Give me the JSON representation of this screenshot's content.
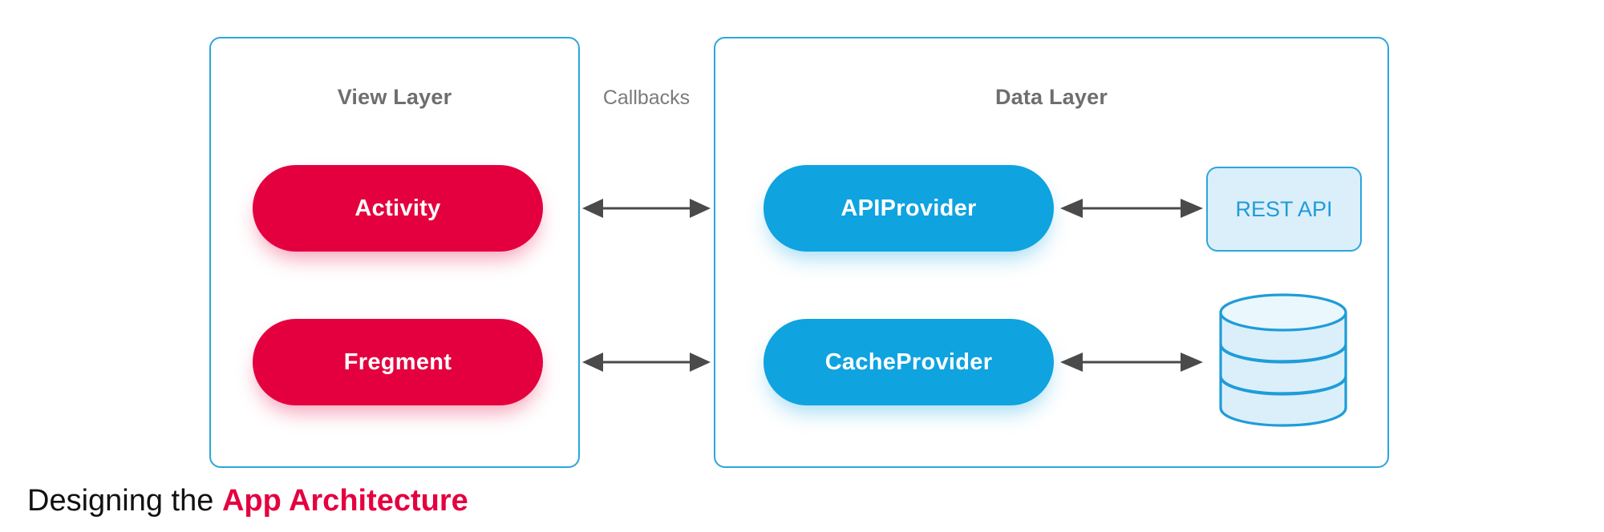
{
  "diagram": {
    "panels": [
      {
        "id": "view-layer",
        "title": "View Layer",
        "nodes": [
          {
            "id": "activity",
            "label": "Activity",
            "style": "pill-red"
          },
          {
            "id": "fregment",
            "label": "Fregment",
            "style": "pill-red"
          }
        ]
      },
      {
        "id": "data-layer",
        "title": "Data Layer",
        "nodes": [
          {
            "id": "apiprovider",
            "label": "APIProvider",
            "style": "pill-blue"
          },
          {
            "id": "cacheprovider",
            "label": "CacheProvider",
            "style": "pill-blue"
          },
          {
            "id": "rest-api",
            "label": "REST API",
            "style": "box-outline-blue"
          },
          {
            "id": "database",
            "label": "",
            "style": "database-cylinder-icon"
          }
        ]
      }
    ],
    "edge_label": "Callbacks",
    "connectors": [
      {
        "id": "view-to-api",
        "from": "view-layer",
        "to": "apiprovider",
        "type": "double-arrow"
      },
      {
        "id": "view-to-cache",
        "from": "view-layer",
        "to": "cacheprovider",
        "type": "double-arrow"
      },
      {
        "id": "api-to-rest",
        "from": "apiprovider",
        "to": "rest-api",
        "type": "double-arrow"
      },
      {
        "id": "cache-to-db",
        "from": "cacheprovider",
        "to": "database",
        "type": "double-arrow"
      }
    ]
  },
  "caption": {
    "prefix": "Designing the ",
    "accent": "App Architecture"
  },
  "colors": {
    "panel_border": "#2ba6dd",
    "pill_red": "#e4003f",
    "pill_blue": "#0fa3e0",
    "box_fill": "#dbeffb",
    "box_text": "#1f9cd8",
    "title_text": "#6e6e6e",
    "arrow": "#4a4a4a",
    "caption_accent": "#e4003f",
    "background": "#ffffff"
  },
  "icons": {
    "database": "database-cylinder-icon"
  }
}
